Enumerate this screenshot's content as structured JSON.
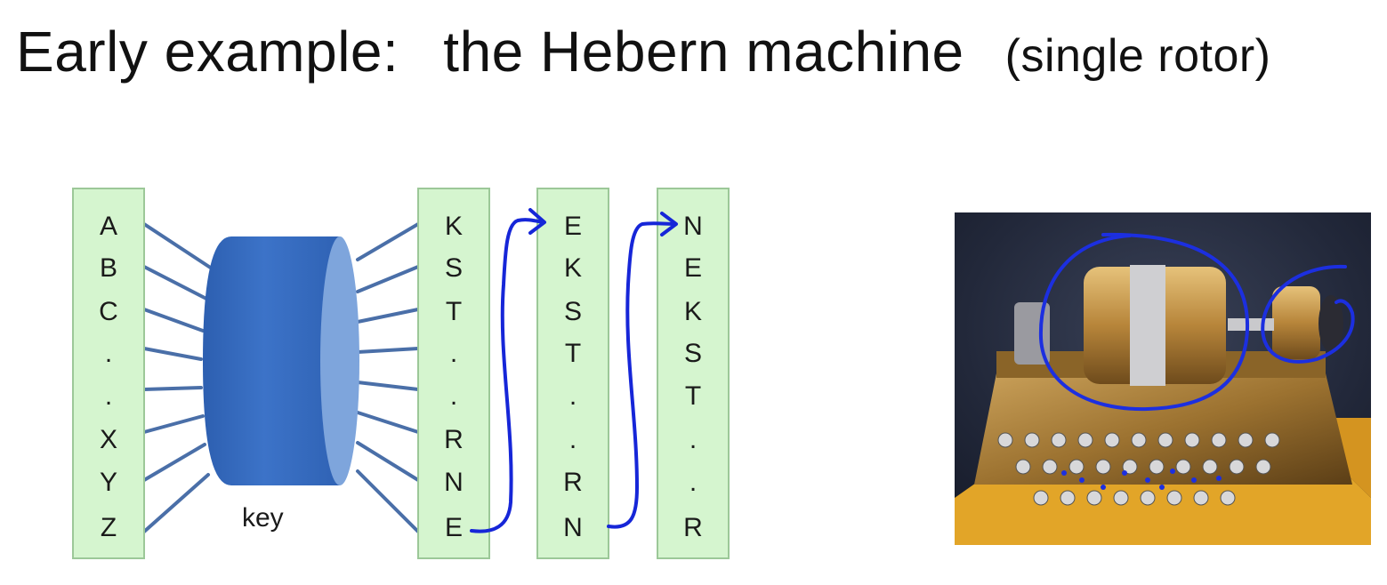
{
  "title": {
    "main": "Early example:",
    "machine": "the Hebern machine",
    "sub": "(single rotor)"
  },
  "diagram": {
    "key_label": "key",
    "columns": [
      [
        "A",
        "B",
        "C",
        ".",
        ".",
        "X",
        "Y",
        "Z"
      ],
      [
        "K",
        "S",
        "T",
        ".",
        ".",
        "R",
        "N",
        "E"
      ],
      [
        "E",
        "K",
        "S",
        "T",
        ".",
        ".",
        "R",
        "N"
      ],
      [
        "N",
        "E",
        "K",
        "S",
        "T",
        ".",
        ".",
        "R"
      ]
    ],
    "colors": {
      "column_fill": "#d5f5cf",
      "column_border": "#9cc898",
      "wire": "#4a6fa8",
      "rotor_body": "#3a6fc0",
      "rotor_face": "#7ea5dc",
      "annotation": "#1626d8"
    }
  },
  "photo": {
    "subject": "Hebern rotor machine photograph with hand-drawn circles around the rotors",
    "colors": {
      "annotation": "#1c2fe0",
      "brass": "#b8893a",
      "base": "#e2a528"
    }
  }
}
